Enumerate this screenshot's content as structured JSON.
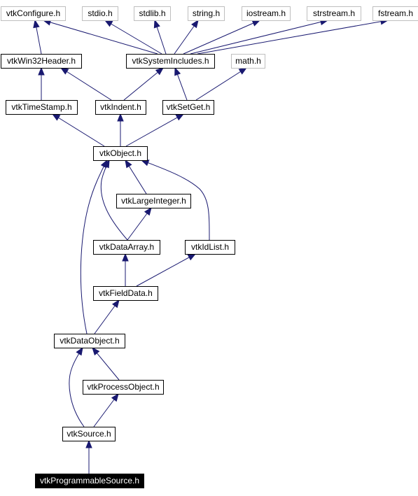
{
  "colors": {
    "edge": "#191970",
    "box_border_system": "#bfbfbf",
    "box_border_vtk": "#000000",
    "box_fill": "#ffffff",
    "current_fill": "#000000",
    "current_text": "#ffffff",
    "text": "#000000"
  },
  "nodes": [
    {
      "id": "vtkConfigure",
      "label": "vtkConfigure.h",
      "kind": "system"
    },
    {
      "id": "stdio",
      "label": "stdio.h",
      "kind": "system"
    },
    {
      "id": "stdlib",
      "label": "stdlib.h",
      "kind": "system"
    },
    {
      "id": "string",
      "label": "string.h",
      "kind": "system"
    },
    {
      "id": "iostream",
      "label": "iostream.h",
      "kind": "system"
    },
    {
      "id": "strstream",
      "label": "strstream.h",
      "kind": "system"
    },
    {
      "id": "fstream",
      "label": "fstream.h",
      "kind": "system"
    },
    {
      "id": "vtkWin32Header",
      "label": "vtkWin32Header.h",
      "kind": "vtk"
    },
    {
      "id": "vtkSystemIncludes",
      "label": "vtkSystemIncludes.h",
      "kind": "vtk"
    },
    {
      "id": "math",
      "label": "math.h",
      "kind": "system"
    },
    {
      "id": "vtkTimeStamp",
      "label": "vtkTimeStamp.h",
      "kind": "vtk"
    },
    {
      "id": "vtkIndent",
      "label": "vtkIndent.h",
      "kind": "vtk"
    },
    {
      "id": "vtkSetGet",
      "label": "vtkSetGet.h",
      "kind": "vtk"
    },
    {
      "id": "vtkObject",
      "label": "vtkObject.h",
      "kind": "vtk"
    },
    {
      "id": "vtkLargeInteger",
      "label": "vtkLargeInteger.h",
      "kind": "vtk"
    },
    {
      "id": "vtkDataArray",
      "label": "vtkDataArray.h",
      "kind": "vtk"
    },
    {
      "id": "vtkIdList",
      "label": "vtkIdList.h",
      "kind": "vtk"
    },
    {
      "id": "vtkFieldData",
      "label": "vtkFieldData.h",
      "kind": "vtk"
    },
    {
      "id": "vtkDataObject",
      "label": "vtkDataObject.h",
      "kind": "vtk"
    },
    {
      "id": "vtkProcessObject",
      "label": "vtkProcessObject.h",
      "kind": "vtk"
    },
    {
      "id": "vtkSource",
      "label": "vtkSource.h",
      "kind": "vtk"
    },
    {
      "id": "vtkProgrammableSource",
      "label": "vtkProgrammableSource.h",
      "kind": "current"
    }
  ],
  "edges": [
    {
      "from": "vtkWin32Header",
      "to": "vtkConfigure"
    },
    {
      "from": "vtkSystemIncludes",
      "to": "vtkConfigure"
    },
    {
      "from": "vtkSystemIncludes",
      "to": "stdio"
    },
    {
      "from": "vtkSystemIncludes",
      "to": "stdlib"
    },
    {
      "from": "vtkSystemIncludes",
      "to": "string"
    },
    {
      "from": "vtkSystemIncludes",
      "to": "iostream"
    },
    {
      "from": "vtkSystemIncludes",
      "to": "strstream"
    },
    {
      "from": "vtkSystemIncludes",
      "to": "fstream"
    },
    {
      "from": "vtkTimeStamp",
      "to": "vtkWin32Header"
    },
    {
      "from": "vtkIndent",
      "to": "vtkWin32Header"
    },
    {
      "from": "vtkIndent",
      "to": "vtkSystemIncludes"
    },
    {
      "from": "vtkSetGet",
      "to": "vtkSystemIncludes"
    },
    {
      "from": "vtkSetGet",
      "to": "math"
    },
    {
      "from": "vtkObject",
      "to": "vtkTimeStamp"
    },
    {
      "from": "vtkObject",
      "to": "vtkIndent"
    },
    {
      "from": "vtkObject",
      "to": "vtkSetGet"
    },
    {
      "from": "vtkLargeInteger",
      "to": "vtkObject"
    },
    {
      "from": "vtkDataArray",
      "to": "vtkObject"
    },
    {
      "from": "vtkDataArray",
      "to": "vtkLargeInteger"
    },
    {
      "from": "vtkIdList",
      "to": "vtkObject"
    },
    {
      "from": "vtkFieldData",
      "to": "vtkDataArray"
    },
    {
      "from": "vtkFieldData",
      "to": "vtkIdList"
    },
    {
      "from": "vtkDataObject",
      "to": "vtkObject"
    },
    {
      "from": "vtkDataObject",
      "to": "vtkFieldData"
    },
    {
      "from": "vtkProcessObject",
      "to": "vtkDataObject"
    },
    {
      "from": "vtkSource",
      "to": "vtkDataObject"
    },
    {
      "from": "vtkSource",
      "to": "vtkProcessObject"
    },
    {
      "from": "vtkProgrammableSource",
      "to": "vtkSource"
    }
  ]
}
